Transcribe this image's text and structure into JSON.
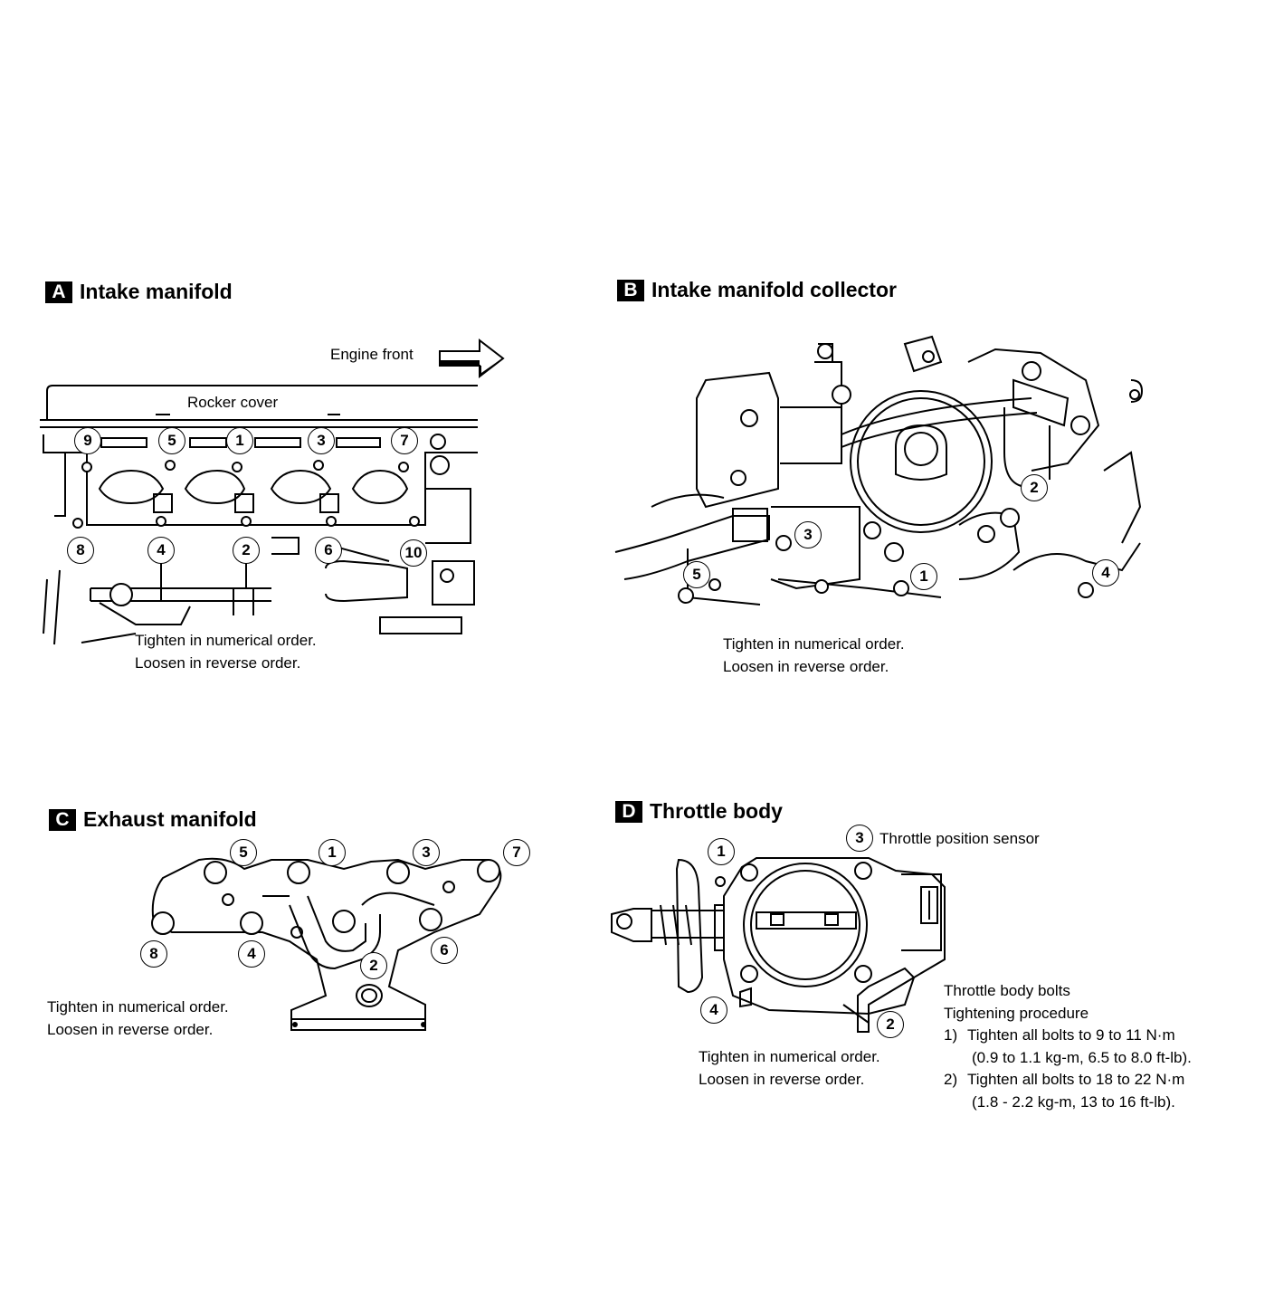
{
  "panels": {
    "a": {
      "badge": "A",
      "title": "Intake manifold",
      "engine_front": "Engine front",
      "rocker_cover": "Rocker cover",
      "note_line1": "Tighten in numerical order.",
      "note_line2": "Loosen in reverse order.",
      "bolts": [
        "9",
        "5",
        "1",
        "3",
        "7",
        "8",
        "4",
        "2",
        "6",
        "10"
      ]
    },
    "b": {
      "badge": "B",
      "title": "Intake manifold collector",
      "note_line1": "Tighten in numerical order.",
      "note_line2": "Loosen in reverse order.",
      "bolts": [
        "2",
        "3",
        "5",
        "1",
        "4"
      ]
    },
    "c": {
      "badge": "C",
      "title": "Exhaust manifold",
      "note_line1": "Tighten in numerical order.",
      "note_line2": "Loosen in reverse order.",
      "bolts": [
        "5",
        "1",
        "3",
        "7",
        "8",
        "4",
        "2",
        "6"
      ]
    },
    "d": {
      "badge": "D",
      "title": "Throttle body",
      "sensor_label": "Throttle position sensor",
      "note_line1": "Tighten in numerical order.",
      "note_line2": "Loosen in reverse order.",
      "bolts": [
        "3",
        "1",
        "4",
        "2"
      ],
      "procedure_title": "Throttle body bolts",
      "procedure_subtitle": "Tightening procedure",
      "step1_num": "1)",
      "step1_text": "Tighten all bolts to 9 to 11 N·m",
      "step1_detail": "(0.9 to 1.1 kg-m, 6.5 to 8.0 ft-lb).",
      "step2_num": "2)",
      "step2_text": "Tighten all bolts to 18 to 22 N·m",
      "step2_detail": "(1.8 - 2.2 kg-m, 13 to 16 ft-lb)."
    }
  }
}
